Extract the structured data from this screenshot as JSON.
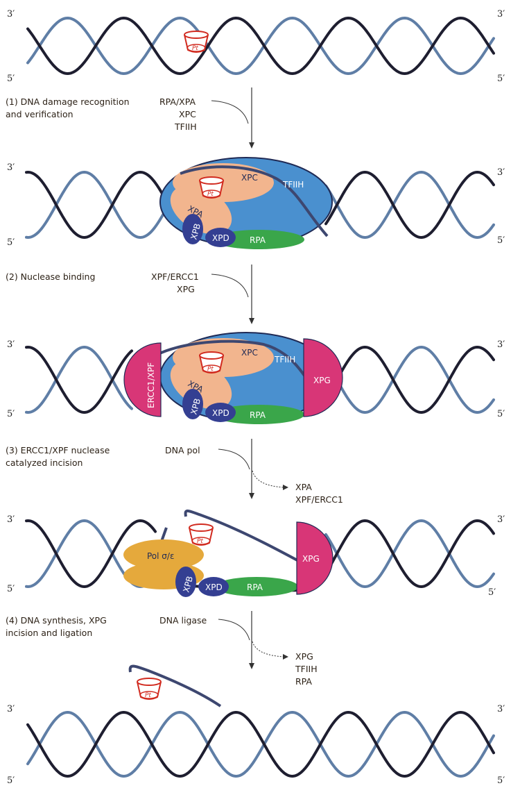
{
  "strand_ends": {
    "three_prime": "3′",
    "five_prime": "5′"
  },
  "lesion_label": "Pt",
  "colors": {
    "strand_dark": "#1e1e30",
    "strand_light": "#5f7ea6",
    "tfiih": "#4a90cf",
    "tfiih_edge": "#1f2a55",
    "xpc_xpa": "#f2b58e",
    "rpa": "#3aa64a",
    "xpb_xpd": "#343f92",
    "nuclease": "#d83677",
    "pol": "#e5a93c",
    "lesion": "#d12a1f"
  },
  "steps": [
    {
      "title": [
        "(1) DNA damage recognition",
        "and verification"
      ],
      "in": [
        "RPA/XPA",
        "XPC",
        "TFIIH"
      ],
      "out": []
    },
    {
      "title": [
        "(2) Nuclease binding"
      ],
      "in": [
        "XPF/ERCC1",
        "XPG"
      ],
      "out": []
    },
    {
      "title": [
        "(3) ERCC1/XPF nuclease",
        "catalyzed incision"
      ],
      "in": [
        "DNA pol"
      ],
      "out": [
        "XPA",
        "XPF/ERCC1"
      ]
    },
    {
      "title": [
        "(4) DNA synthesis, XPG",
        "incision and ligation"
      ],
      "in": [
        "DNA ligase"
      ],
      "out": [
        "XPG",
        "TFIIH",
        "RPA"
      ]
    }
  ],
  "proteins": {
    "xpc": "XPC",
    "tfiih": "TFIIH",
    "xpa": "XPA",
    "xpb": "XPB",
    "xpd": "XPD",
    "rpa": "RPA",
    "ercc1_xpf": "ERCC1/XPF",
    "xpg": "XPG",
    "pol": "Pol σ/ε"
  }
}
